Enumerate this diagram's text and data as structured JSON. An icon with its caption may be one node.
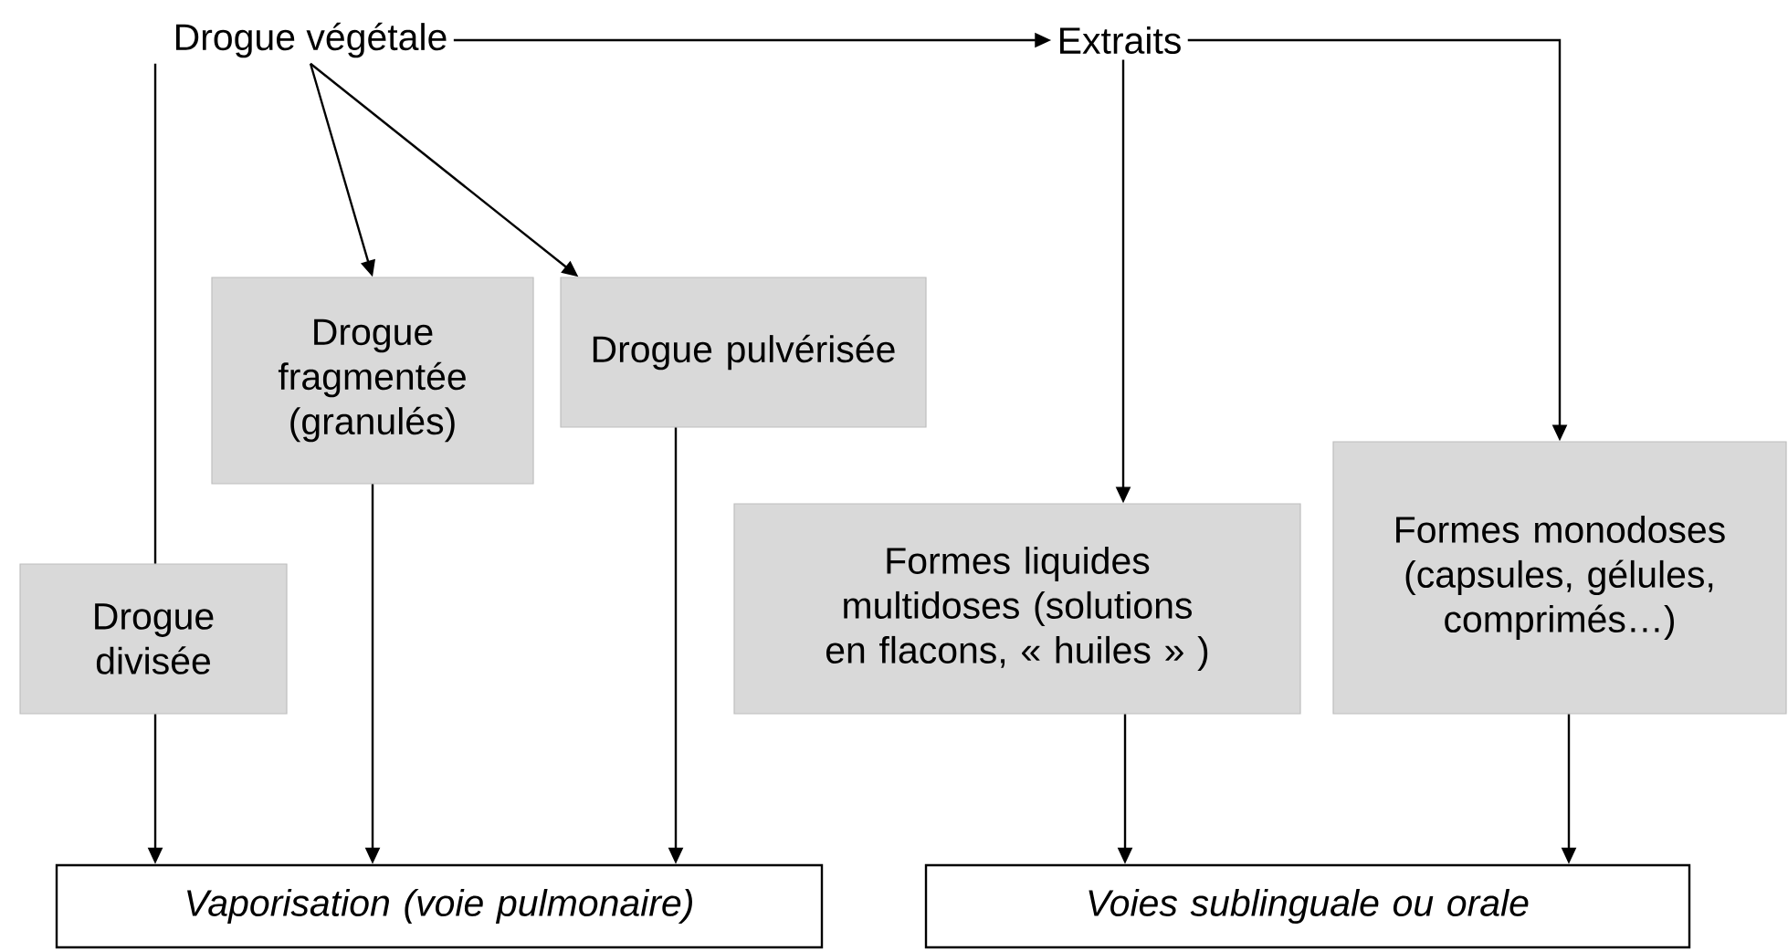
{
  "diagram": {
    "nodes": [
      {
        "text": [
          "Drogue végétale"
        ]
      },
      {
        "text": [
          "Extraits"
        ]
      },
      {
        "text": [
          "Drogue fragmentée (granulés)"
        ]
      },
      {
        "text": [
          "Drogue pulvérisée"
        ]
      },
      {
        "text": [
          "Drogue divisée"
        ]
      },
      {
        "text": [
          "Formes liquides multidoses (solutions en flacons, « huiles » )"
        ]
      },
      {
        "text": [
          "Formes monodoses (capsules, gélules, comprimés…)"
        ]
      },
      {
        "text": [
          "Vaporisation (voie pulmonaire)"
        ]
      },
      {
        "text": [
          "Voies sublinguale ou orale"
        ]
      }
    ],
    "edges": [
      {
        "from": 0,
        "to": 1,
        "arrow": "to"
      },
      {
        "from": 0,
        "to": 4,
        "arrow": "none"
      },
      {
        "from": 0,
        "to": 2,
        "arrow": "to"
      },
      {
        "from": 0,
        "to": 3,
        "arrow": "to"
      },
      {
        "from": 1,
        "to": 5,
        "arrow": "to"
      },
      {
        "from": 1,
        "to": 6,
        "arrow": "to"
      },
      {
        "from": 4,
        "to": 7,
        "arrow": "to"
      },
      {
        "from": 2,
        "to": 7,
        "arrow": "to"
      },
      {
        "from": 3,
        "to": 7,
        "arrow": "to"
      },
      {
        "from": 5,
        "to": 8,
        "arrow": "to"
      },
      {
        "from": 6,
        "to": 8,
        "arrow": "to"
      }
    ]
  }
}
